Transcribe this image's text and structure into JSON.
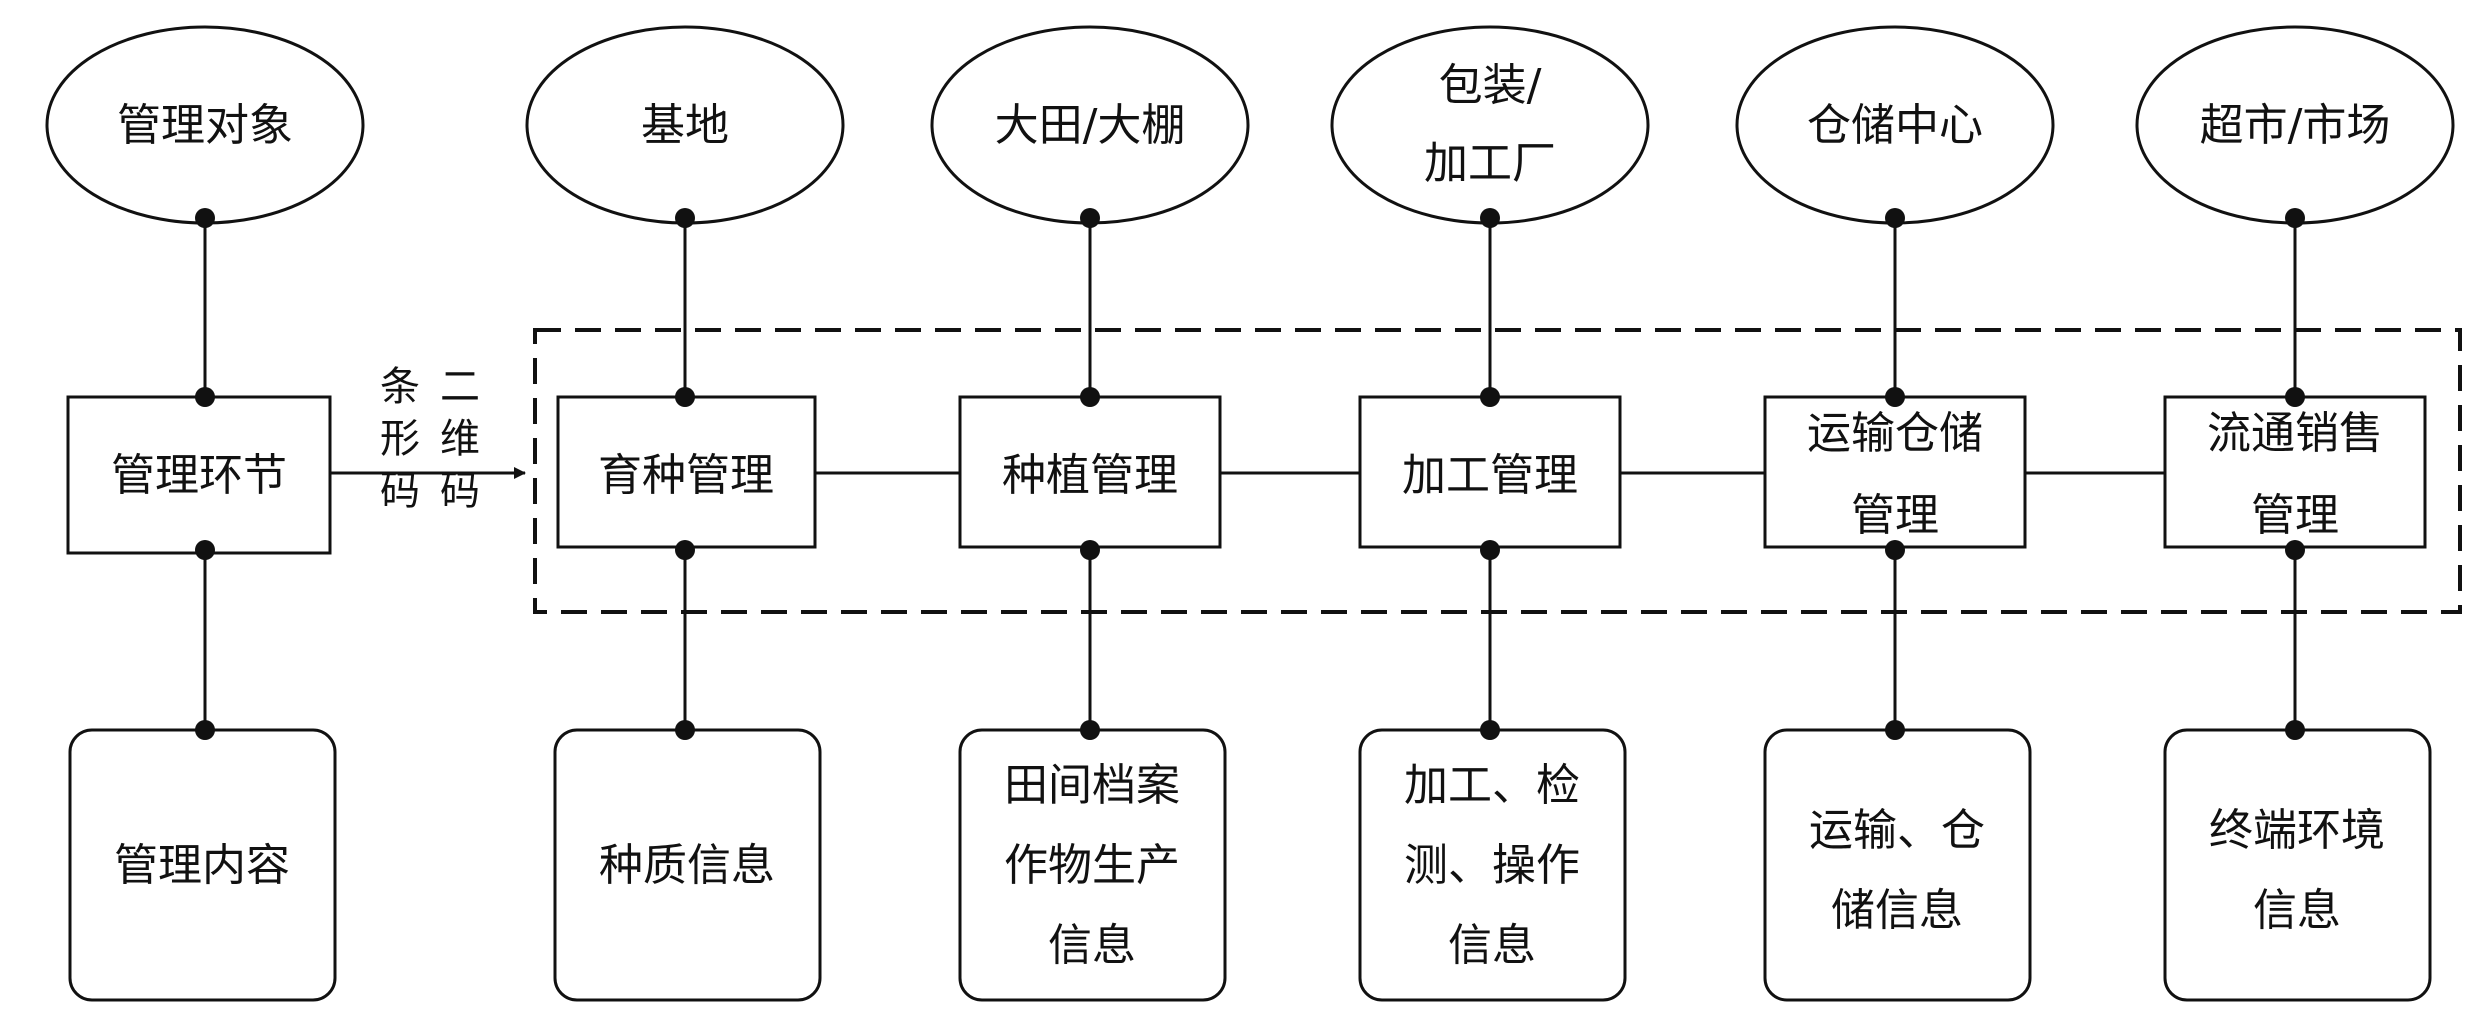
{
  "objects": [
    "管理对象",
    "基地",
    "大田/大棚",
    "包装/加工厂",
    "仓储中心",
    "超市/市场"
  ],
  "links": [
    "管理环节",
    "育种管理",
    "种植管理",
    "加工管理",
    "运输仓储管理",
    "流通销售管理"
  ],
  "contents": [
    "管理内容",
    "种质信息",
    "田间档案作物生产信息",
    "加工、检测、操作信息",
    "运输、仓储信息",
    "终端环境信息"
  ],
  "code_labels": [
    "条形码",
    "二维码"
  ]
}
